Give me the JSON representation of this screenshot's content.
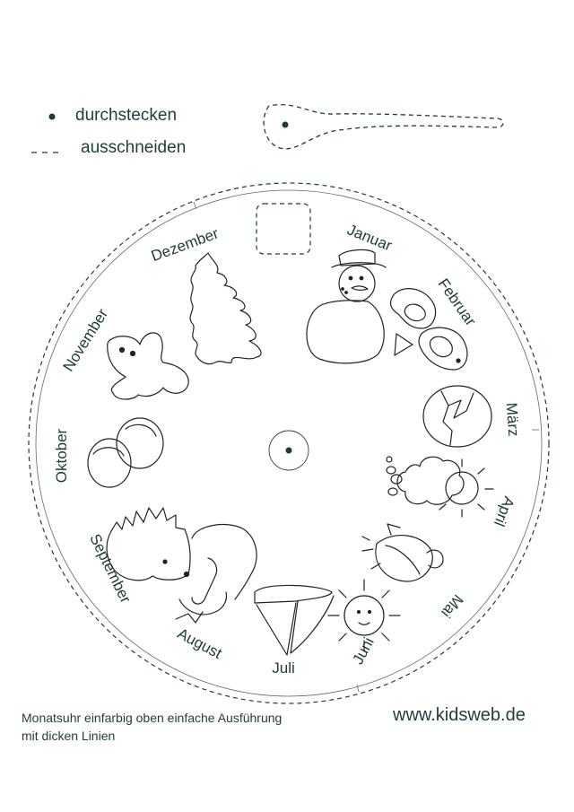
{
  "legend": {
    "dot_label": "durchstecken",
    "cut_label": "ausschneiden"
  },
  "months": [
    "Januar",
    "Februar",
    "März",
    "April",
    "Mai",
    "Juni",
    "Juli",
    "August",
    "September",
    "Oktober",
    "November",
    "Dezember"
  ],
  "footer": {
    "line1": "Monatsuhr einfarbig oben einfache Ausführung",
    "line2": "mit dicken Linien",
    "site": "www.kidsweb.de"
  },
  "colors": {
    "ink": "#1d3b3b",
    "background": "#ffffff"
  }
}
